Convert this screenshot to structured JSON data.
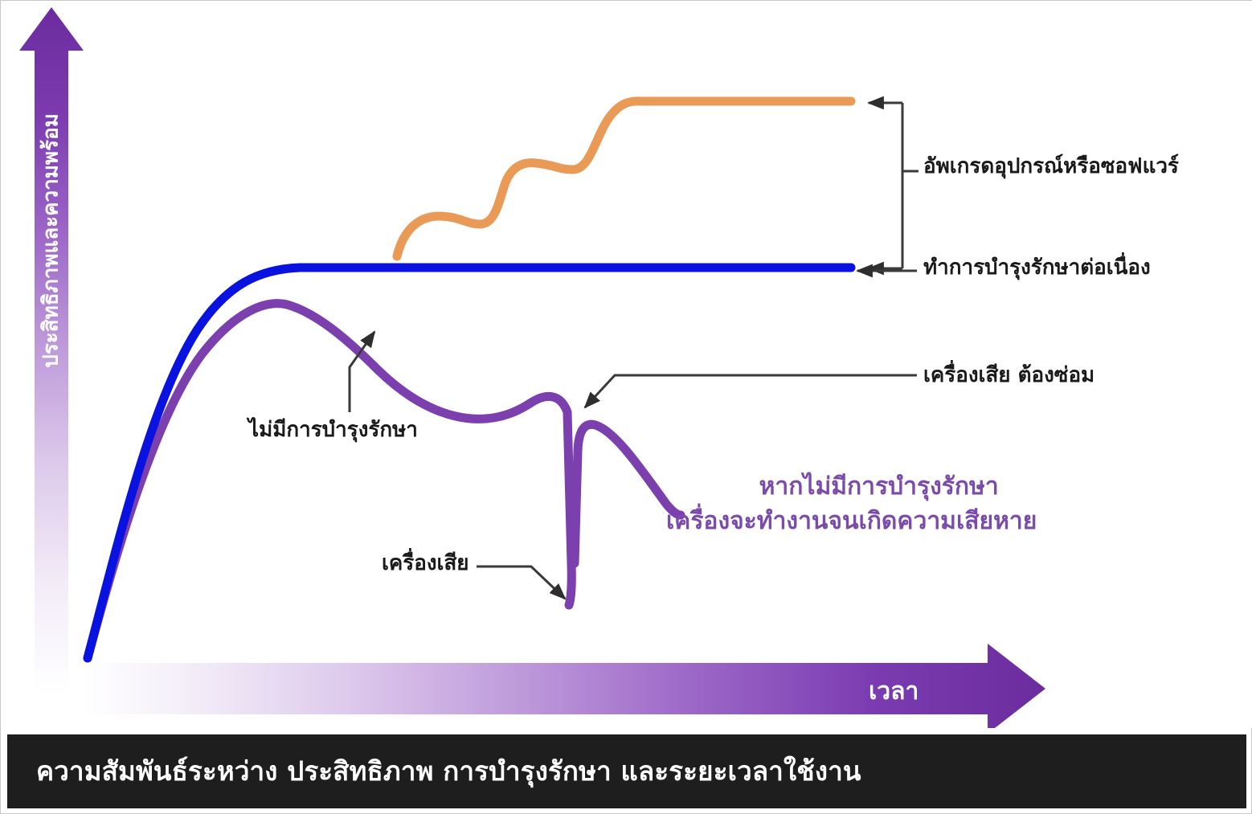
{
  "caption": {
    "text": "ความสัมพันธ์ระหว่าง ประสิทธิภาพ การบำรุงรักษา และระยะเวลาใช้งาน"
  },
  "axes": {
    "y_label": "ประสิทธิภาพและความพร้อม",
    "x_label": "เวลา"
  },
  "annotations": {
    "upgrade": "อัพเกรดอุปกรณ์หรือซอฟแวร์",
    "continuous_maintenance": "ทำการบำรุงรักษาต่อเนื่อง",
    "needs_repair": "เครื่องเสีย ต้องซ่อม",
    "no_maintenance": "ไม่มีการบำรุงรักษา",
    "broken": "เครื่องเสีย",
    "warning_line1": "หากไม่มีการบำรุงรักษา",
    "warning_line2": "เครื่องจะทำงานจนเกิดความเสียหาย"
  },
  "colors": {
    "orange": "#e99a56",
    "blue": "#0a12e0",
    "purple": "#7b3fae",
    "axis_purple": "#6b2c9e",
    "warning_text": "#7b4bab",
    "caption_bg": "#1e1e1e",
    "annotation_text": "#1a1a1a"
  },
  "chart_data": {
    "type": "line",
    "title": "ความสัมพันธ์ระหว่าง ประสิทธิภาพ การบำรุงรักษา และระยะเวลาใช้งาน",
    "xlabel": "เวลา",
    "ylabel": "ประสิทธิภาพและความพร้อม",
    "grid": false,
    "legend": "annotations-right",
    "xlim": [
      0,
      100
    ],
    "ylim": [
      0,
      100
    ],
    "axis_ticks": "none",
    "series": [
      {
        "name": "อัพเกรดอุปกรณ์หรือซอฟแวร์",
        "color": "#e99a56",
        "description": "เส้นขั้นบันไดไต่ขึ้นเหนือเส้นบำรุงรักษาแล้วคงที่",
        "x": [
          40,
          44,
          48,
          52,
          56,
          60,
          64,
          68,
          72,
          76,
          80,
          88,
          96
        ],
        "y": [
          72,
          76,
          78,
          78,
          80,
          86,
          88,
          88,
          92,
          96,
          100,
          100,
          100
        ]
      },
      {
        "name": "ทำการบำรุงรักษาต่อเนื่อง",
        "color": "#0a12e0",
        "description": "ไต่ขึ้นเร็วแล้วคงที่ตลอดอายุการใช้งาน",
        "x": [
          2,
          6,
          10,
          14,
          18,
          22,
          26,
          34,
          50,
          70,
          96
        ],
        "y": [
          0,
          22,
          44,
          58,
          66,
          70,
          71,
          72,
          72,
          72,
          72
        ]
      },
      {
        "name": "ไม่มีการบำรุงรักษา",
        "color": "#7b3fae",
        "description": "ไต่ขึ้นถึงจุดสูงสุดแล้วค่อยๆ ลดลง เครื่องเสียและดิ่งลง ซ่อมแล้วกลับขึ้นบางส่วนก่อนลดลงอีก",
        "x": [
          2,
          8,
          14,
          20,
          26,
          32,
          40,
          48,
          56,
          60,
          61,
          62,
          63,
          65,
          70,
          76
        ],
        "y": [
          0,
          24,
          46,
          60,
          66,
          67,
          62,
          56,
          48,
          46,
          20,
          4,
          46,
          42,
          34,
          28
        ]
      }
    ],
    "callouts": [
      {
        "label": "อัพเกรดอุปกรณ์หรือซอฟแวร์",
        "target": "orange plateau",
        "style": "bracket-arrow"
      },
      {
        "label": "ทำการบำรุงรักษาต่อเนื่อง",
        "target": "blue plateau",
        "style": "arrow"
      },
      {
        "label": "เครื่องเสีย ต้องซ่อม",
        "target": "purple recovery peak",
        "style": "arrow"
      },
      {
        "label": "ไม่มีการบำรุงรักษา",
        "target": "purple decline",
        "style": "arrow"
      },
      {
        "label": "เครื่องเสีย",
        "target": "purple crash bottom",
        "style": "arrow"
      }
    ]
  }
}
